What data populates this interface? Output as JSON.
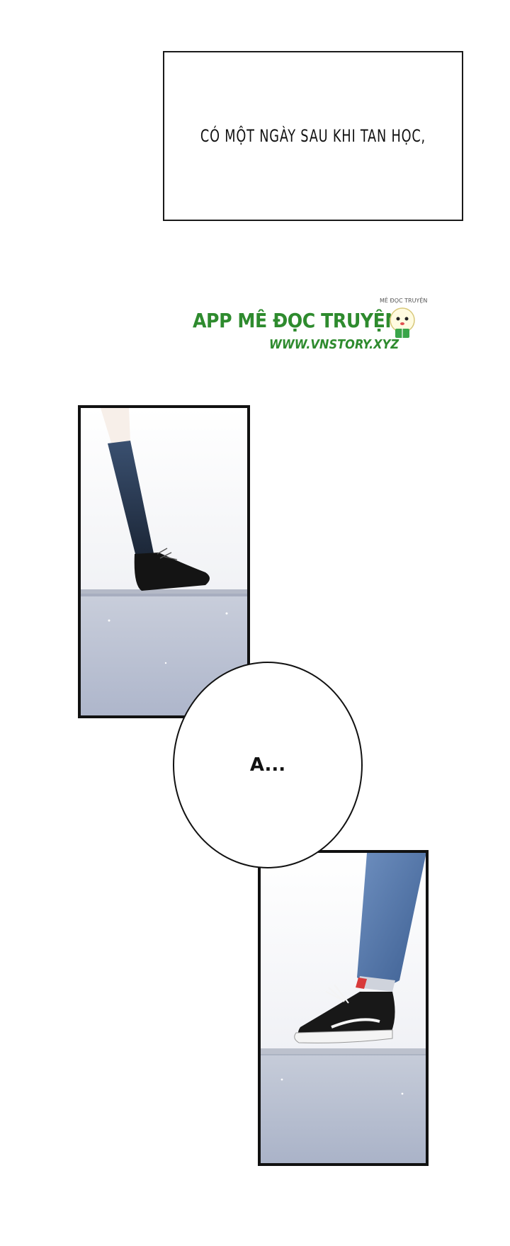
{
  "caption": {
    "text": "CÓ MỘT NGÀY SAU KHI TAN HỌC,"
  },
  "watermark": {
    "title": "APP MÊ ĐỌC TRUYỆN",
    "small_label": "MÊ ĐỌC TRUYỆN",
    "url": "WWW.VNSTORY.XYZ"
  },
  "speech_bubble": {
    "text": "A..."
  },
  "colors": {
    "watermark_green": "#2e8b2e",
    "panel_border": "#111111",
    "floor_blue": "#aeb6cb",
    "sock_navy": "#2b3e5c"
  }
}
